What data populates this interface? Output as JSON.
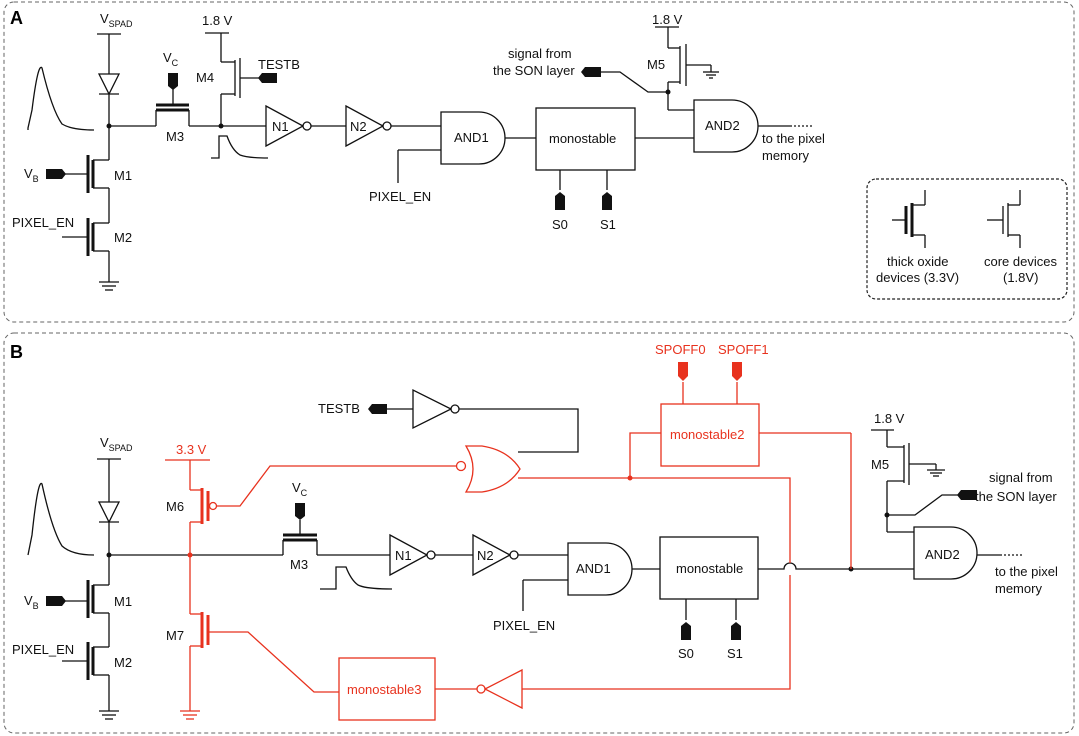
{
  "panel_a": {
    "label": "A",
    "vspad": "V",
    "vspad_sub": "SPAD",
    "vc": "V",
    "vc_sub": "C",
    "vb": "V",
    "vb_sub": "B",
    "supply_m4": "1.8 V",
    "supply_m5": "1.8 V",
    "testb": "TESTB",
    "m1": "M1",
    "m2": "M2",
    "m3": "M3",
    "m4": "M4",
    "m5": "M5",
    "pixel_en_left": "PIXEL_EN",
    "pixel_en_and": "PIXEL_EN",
    "n1": "N1",
    "n2": "N2",
    "and1": "AND1",
    "and2": "AND2",
    "monostable": "monostable",
    "s0": "S0",
    "s1": "S1",
    "son_line1": "signal from",
    "son_line2": "the SON layer",
    "pixel_line1": "to the pixel",
    "pixel_line2": "memory"
  },
  "legend": {
    "thick_line1": "thick oxide",
    "thick_line2": "devices (3.3V)",
    "core_line1": "core devices",
    "core_line2": "(1.8V)"
  },
  "panel_b": {
    "label": "B",
    "vspad": "V",
    "vspad_sub": "SPAD",
    "vc": "V",
    "vc_sub": "C",
    "vb": "V",
    "vb_sub": "B",
    "supply_33": "3.3 V",
    "supply_m5": "1.8 V",
    "testb": "TESTB",
    "spoff0": "SPOFF0",
    "spoff1": "SPOFF1",
    "m1": "M1",
    "m2": "M2",
    "m3": "M3",
    "m5": "M5",
    "m6": "M6",
    "m7": "M7",
    "pixel_en_left": "PIXEL_EN",
    "pixel_en_and": "PIXEL_EN",
    "n1": "N1",
    "n2": "N2",
    "and1": "AND1",
    "and2": "AND2",
    "monostable": "monostable",
    "monostable2": "monostable2",
    "monostable3": "monostable3",
    "s0": "S0",
    "s1": "S1",
    "son_line1": "signal from",
    "son_line2": "the SON layer",
    "pixel_line1": "to the pixel",
    "pixel_line2": "memory"
  },
  "colors": {
    "added_circuitry": "#e8321e",
    "wire": "#111111",
    "frame": "#666666"
  }
}
